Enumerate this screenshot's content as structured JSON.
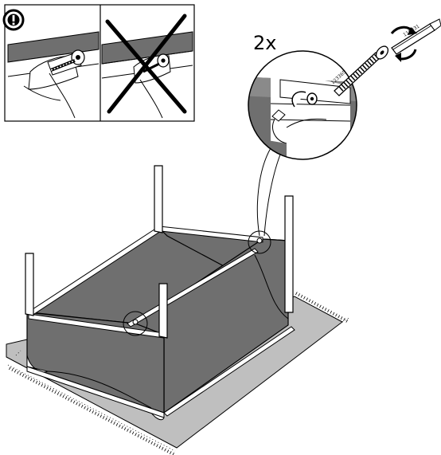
{
  "instruction": {
    "quantity_label": "2x",
    "screw_part_number": "123365",
    "tool_part_number": "116831"
  },
  "icons": {
    "info_panel_icon": "info-exclamation-icon",
    "wrong_icon": "cross-out-x-icon",
    "tool": "allen-key-icon",
    "rotation": "rotate-clockwise-arrows-icon"
  },
  "colors": {
    "fabric": "#6f6f6f",
    "line": "#000000",
    "paper": "#ffffff",
    "rug": "#bfbfbf"
  }
}
